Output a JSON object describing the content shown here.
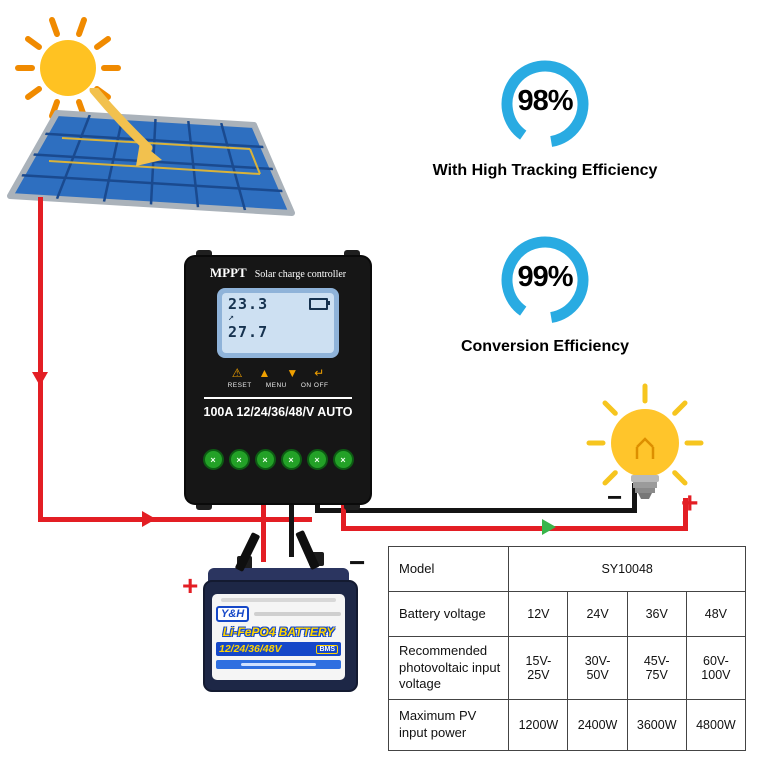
{
  "badges": [
    {
      "value": "98%",
      "label": "With High Tracking Efficiency"
    },
    {
      "value": "99%",
      "label": "Conversion Efficiency"
    }
  ],
  "controller": {
    "brand": "MPPT",
    "title": "Solar charge controller",
    "lcd": {
      "pv_value": "23.3",
      "load_value": "27.7",
      "arrow_icon": "↗"
    },
    "icons": {
      "warning": "⚠",
      "up": "▲",
      "down": "▼",
      "enter": "↵"
    },
    "button_labels": [
      "RESET",
      "MENU",
      "ON OFF"
    ],
    "rating": "100A 12/24/36/48/V AUTO",
    "terminal_mark": "×"
  },
  "bulb": {
    "negative": "−",
    "positive": "+"
  },
  "battery": {
    "brand": "Y&H",
    "chemistry": "Li-FePO4 BATTERY",
    "voltages": "12/24/36/48V",
    "bms": "BMS",
    "positive": "+",
    "negative": "−"
  },
  "table": {
    "rows": [
      {
        "label": "Model",
        "span_value": "SY10048"
      },
      {
        "label": "Battery voltage",
        "values": [
          "12V",
          "24V",
          "36V",
          "48V"
        ]
      },
      {
        "label": "Recommended photovoltaic input voltage",
        "values": [
          "15V-25V",
          "30V-50V",
          "45V-75V",
          "60V-100V"
        ]
      },
      {
        "label": "Maximum PV input power",
        "values": [
          "1200W",
          "2400W",
          "3600W",
          "4800W"
        ]
      }
    ]
  },
  "colors": {
    "accent_blue": "#29abe2",
    "wire_positive": "#e31e24",
    "wire_negative": "#141414",
    "sun_yellow": "#ffc222",
    "panel_blue": "#2e6fc0",
    "green_arrow": "#39b54a",
    "battery_yellow": "#ffd400",
    "battery_blue": "#1547c8"
  }
}
